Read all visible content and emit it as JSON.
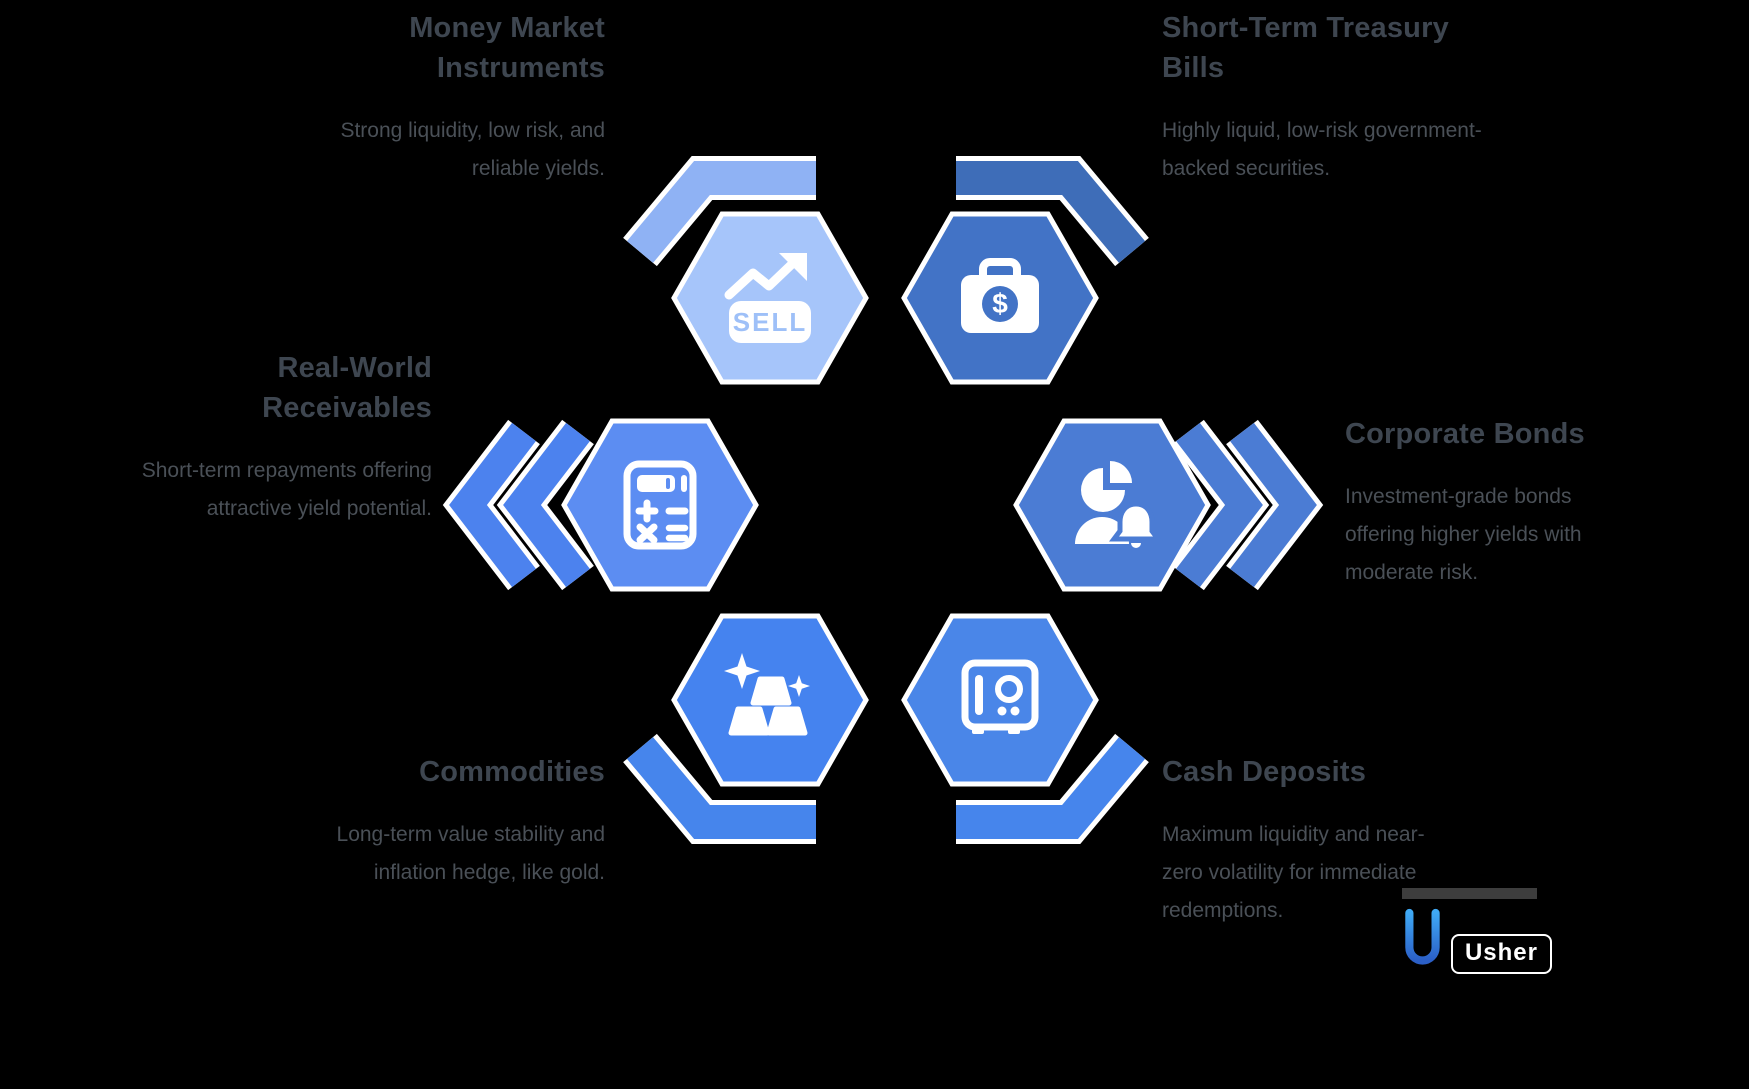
{
  "cards": {
    "money_market": {
      "title": "Money Market Instruments",
      "description": "Strong liquidity, low risk, and reliable yields.",
      "icon": "sell-chart-icon",
      "hex_color": "#A6C5FA"
    },
    "treasury_bills": {
      "title": "Short-Term Treasury Bills",
      "description": "Highly liquid, low-risk government-backed securities.",
      "icon": "briefcase-dollar-icon",
      "hex_color": "#4273C6"
    },
    "receivables": {
      "title": "Real-World Receivables",
      "description": "Short-term repayments offering attractive yield potential.",
      "icon": "calculator-icon",
      "hex_color": "#5C8DF2"
    },
    "corporate_bonds": {
      "title": "Corporate Bonds",
      "description": "Investment-grade bonds offering higher yields with moderate risk.",
      "icon": "person-piechart-bell-icon",
      "hex_color": "#4B7CD4"
    },
    "commodities": {
      "title": "Commodities",
      "description": "Long-term value stability and inflation hedge, like gold.",
      "icon": "gold-bars-icon",
      "hex_color": "#4583EF"
    },
    "cash_deposits": {
      "title": "Cash Deposits",
      "description": "Maximum liquidity and near-zero volatility for immediate redemptions.",
      "icon": "safe-vault-icon",
      "hex_color": "#4A86E8"
    }
  },
  "icon_labels": {
    "sell_badge": "SELL",
    "dollar_sign": "$"
  },
  "flow_decorations": {
    "top_left_band_color": "#8FB2F4",
    "top_right_band_color": "#3E6DB8",
    "bottom_left_band_color": "#4685EC",
    "bottom_right_band_color": "#4685EC",
    "left_chevrons_color": "#4C82EE",
    "right_chevrons_color": "#4B7CD4"
  },
  "logo": {
    "brand": "Usher"
  },
  "colors": {
    "background": "#000000",
    "title_text": "#3E4650",
    "description_text": "#4A5057",
    "icon_glyphs": "#FFFFFF"
  }
}
